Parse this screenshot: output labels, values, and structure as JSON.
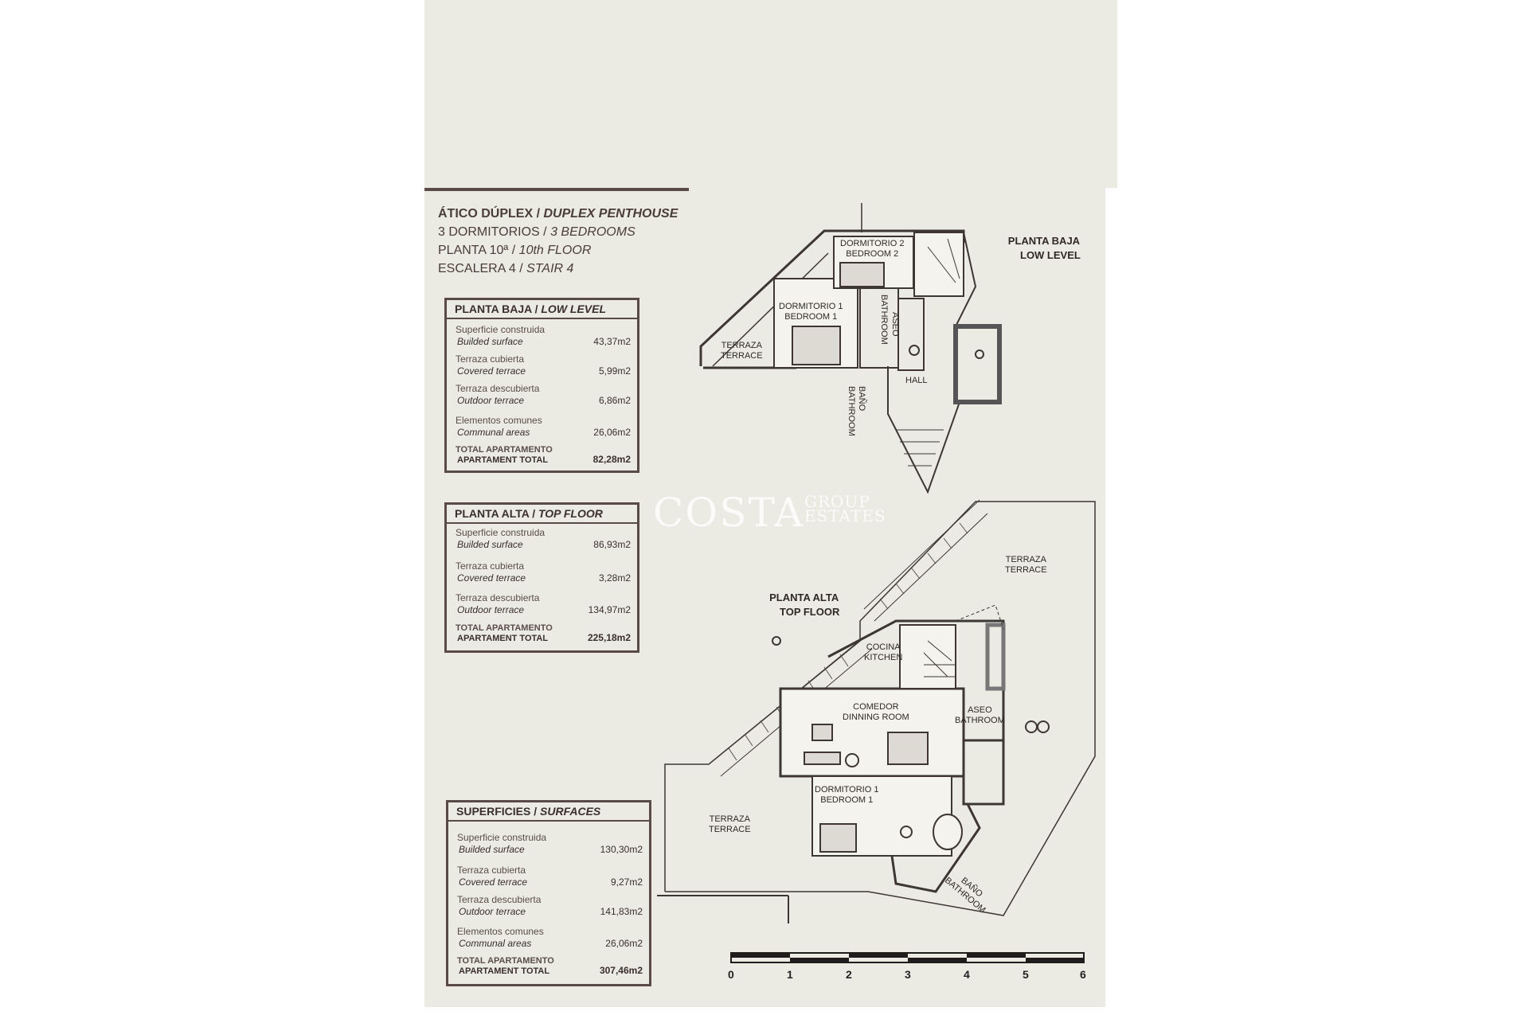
{
  "header": {
    "line1_es": "ÁTICO DÚPLEX / ",
    "line1_en": "DUPLEX PENTHOUSE",
    "line2_es": "3 DORMITORIOS / ",
    "line2_en": "3 BEDROOMS",
    "line3_es": "PLANTA 10ª / ",
    "line3_en": "10th FLOOR",
    "line4_es": "ESCALERA 4 / ",
    "line4_en": "STAIR 4"
  },
  "low_level_table": {
    "title_es": "PLANTA BAJA / ",
    "title_en": "LOW LEVEL",
    "rows": [
      {
        "es": "Superficie construida",
        "en": "Builded surface",
        "value": "43,37m2"
      },
      {
        "es": "Terraza cubierta",
        "en": "Covered terrace",
        "value": "5,99m2"
      },
      {
        "es": "Terraza descubierta",
        "en": "Outdoor terrace",
        "value": "6,86m2"
      },
      {
        "es": "Elementos comunes",
        "en": "Communal areas",
        "value": "26,06m2"
      },
      {
        "es": "TOTAL APARTAMENTO",
        "en": "APARTAMENT TOTAL",
        "value": "82,28m2"
      }
    ]
  },
  "top_floor_table": {
    "title_es": "PLANTA ALTA / ",
    "title_en": "TOP FLOOR",
    "rows": [
      {
        "es": "Superficie construida",
        "en": "Builded surface",
        "value": "86,93m2"
      },
      {
        "es": "Terraza cubierta",
        "en": "Covered terrace",
        "value": "3,28m2"
      },
      {
        "es": "Terraza descubierta",
        "en": "Outdoor terrace",
        "value": "134,97m2"
      },
      {
        "es": "TOTAL APARTAMENTO",
        "en": "APARTAMENT TOTAL",
        "value": "225,18m2"
      }
    ]
  },
  "surfaces_table": {
    "title_es": "SUPERFICIES / ",
    "title_en": "SURFACES",
    "rows": [
      {
        "es": "Superficie construida",
        "en": "Builded surface",
        "value": "130,30m2"
      },
      {
        "es": "Terraza cubierta",
        "en": "Covered terrace",
        "value": "9,27m2"
      },
      {
        "es": "Terraza descubierta",
        "en": "Outdoor terrace",
        "value": "141,83m2"
      },
      {
        "es": "Elementos comunes",
        "en": "Communal areas",
        "value": "26,06m2"
      },
      {
        "es": "TOTAL APARTAMENTO",
        "en": "APARTAMENT TOTAL",
        "value": "307,46m2"
      }
    ]
  },
  "plan_labels": {
    "low_level_es": "PLANTA BAJA",
    "low_level_en": "LOW LEVEL",
    "top_floor_es": "PLANTA ALTA",
    "top_floor_en": "TOP FLOOR",
    "low": {
      "dorm2_es": "DORMITORIO 2",
      "dorm2_en": "BEDROOM 2",
      "dorm1_es": "DORMITORIO 1",
      "dorm1_en": "BEDROOM 1",
      "terraza_es": "TERRAZA",
      "terraza_en": "TERRACE",
      "aseo": "ASEO",
      "bathroom": "BATHROOM",
      "hall": "HALL",
      "bano": "BAÑO",
      "bano_en": "BATHROOM"
    },
    "top": {
      "terraza1_es": "TERRAZA",
      "terraza1_en": "TERRACE",
      "cocina_es": "COCINA",
      "cocina_en": "KITCHEN",
      "comedor_es": "COMEDOR",
      "comedor_en": "DINNING ROOM",
      "aseo_es": "ASEO",
      "aseo_en": "BATHROOM",
      "dorm1_es": "DORMITORIO 1",
      "dorm1_en": "BEDROOM 1",
      "terraza2_es": "TERRAZA",
      "terraza2_en": "TERRACE",
      "bano_es": "BAÑO",
      "bano_en": "BATHROOM"
    }
  },
  "watermark": {
    "big": "COSTA",
    "small1": "GROUP",
    "small2": "ESTATES"
  },
  "scale": [
    "0",
    "1",
    "2",
    "3",
    "4",
    "5",
    "6"
  ]
}
